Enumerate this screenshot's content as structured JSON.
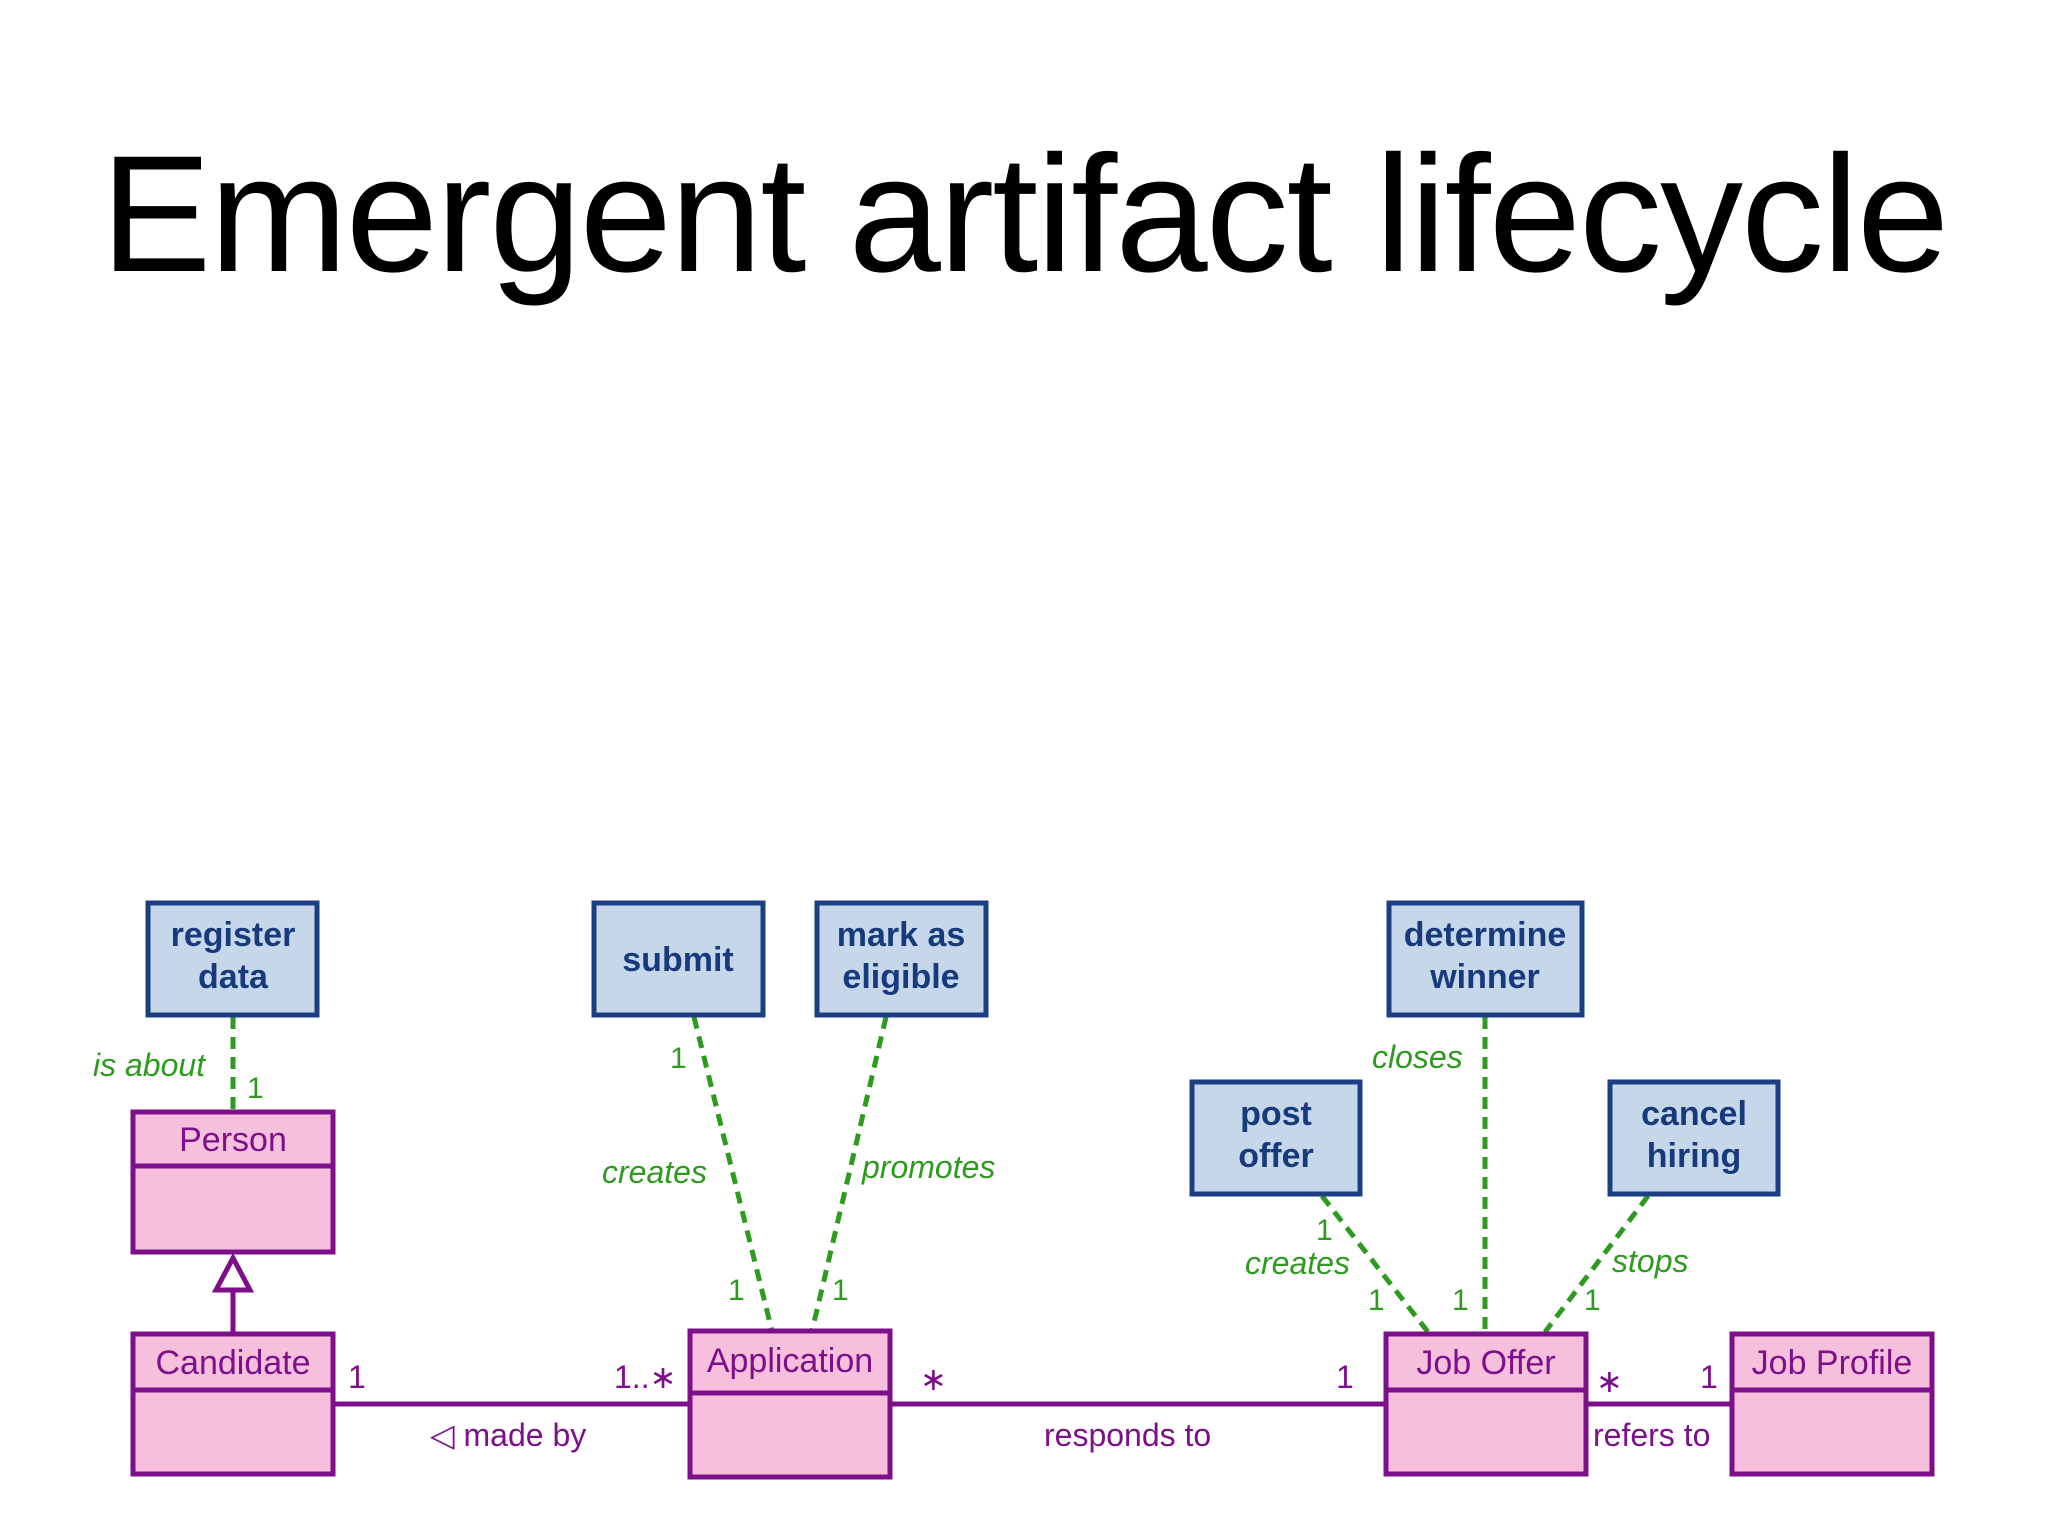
{
  "slide": {
    "title": "Emergent artifact lifecycle"
  },
  "activities": {
    "register_data": [
      "register",
      "data"
    ],
    "submit": [
      "submit"
    ],
    "mark_as_eligible": [
      "mark as",
      "eligible"
    ],
    "determine_winner": [
      "determine",
      "winner"
    ],
    "post_offer": [
      "post",
      "offer"
    ],
    "cancel_hiring": [
      "cancel",
      "hiring"
    ]
  },
  "classes": {
    "person": "Person",
    "candidate": "Candidate",
    "application": "Application",
    "job_offer": "Job Offer",
    "job_profile": "Job Profile"
  },
  "associations": {
    "made_by": {
      "label": "◁ made by",
      "mult_left": "1",
      "mult_right": "1..∗"
    },
    "responds_to": {
      "label": "responds to",
      "mult_left": "∗",
      "mult_right": "1"
    },
    "refers_to": {
      "label": "refers to",
      "mult_left": "∗",
      "mult_right": "1"
    }
  },
  "links": {
    "is_about": {
      "label": "is about",
      "mult": "1"
    },
    "creates_application": {
      "label": "creates",
      "mult_top": "1",
      "mult_bottom": "1"
    },
    "promotes": {
      "label": "promotes",
      "mult_bottom": "1"
    },
    "creates_offer": {
      "label": "creates",
      "mult_top": "1",
      "mult_bottom": "1"
    },
    "closes": {
      "label": "closes",
      "mult_bottom": "1"
    },
    "stops": {
      "label": "stops",
      "mult_bottom": "1"
    }
  },
  "colors": {
    "activity_fill": "#c6d7ea",
    "activity_stroke": "#1a3f82",
    "class_fill": "#f6c0dc",
    "class_stroke": "#7d0f8a",
    "link_green": "#2e9a1f"
  }
}
